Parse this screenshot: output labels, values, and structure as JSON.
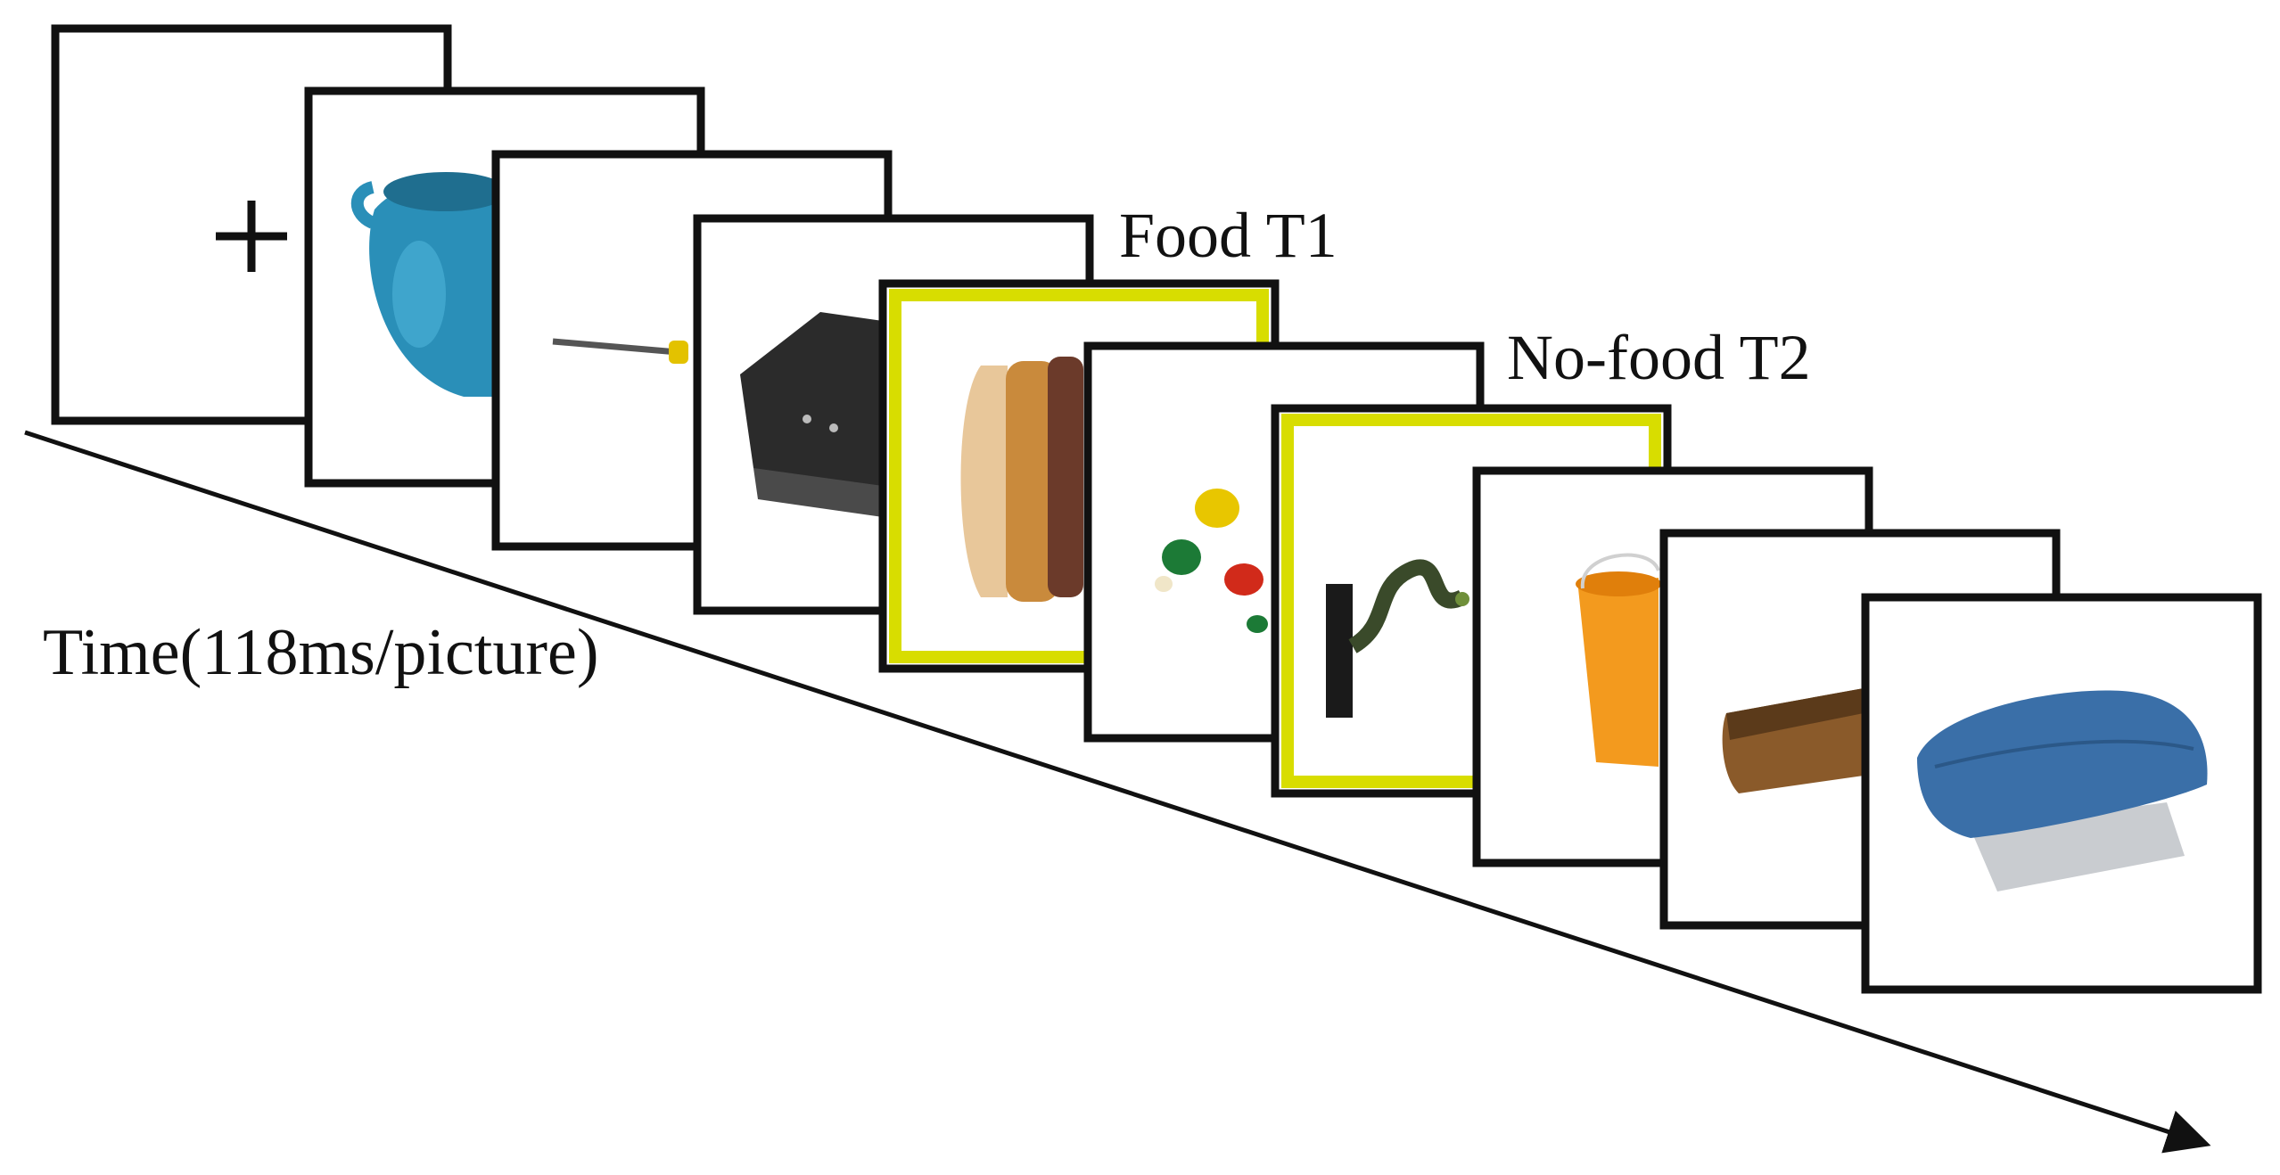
{
  "labels": {
    "food_t1": "Food T1",
    "nofood_t2": "No-food T2",
    "time_axis": "Time(118ms/picture)"
  },
  "frames": [
    {
      "content": "fixation-cross",
      "target": false
    },
    {
      "content": "blue-pot",
      "target": false
    },
    {
      "content": "screwdriver",
      "target": false
    },
    {
      "content": "hole-punch",
      "target": false
    },
    {
      "content": "hamburger",
      "target": true
    },
    {
      "content": "thumbtacks",
      "target": false
    },
    {
      "content": "bonsai-tree",
      "target": true
    },
    {
      "content": "orange-bucket",
      "target": false
    },
    {
      "content": "brush",
      "target": false
    },
    {
      "content": "folded-towels",
      "target": false
    }
  ],
  "colors": {
    "frame_border": "#111111",
    "target_border": "#d8dd00",
    "background": "#ffffff"
  }
}
